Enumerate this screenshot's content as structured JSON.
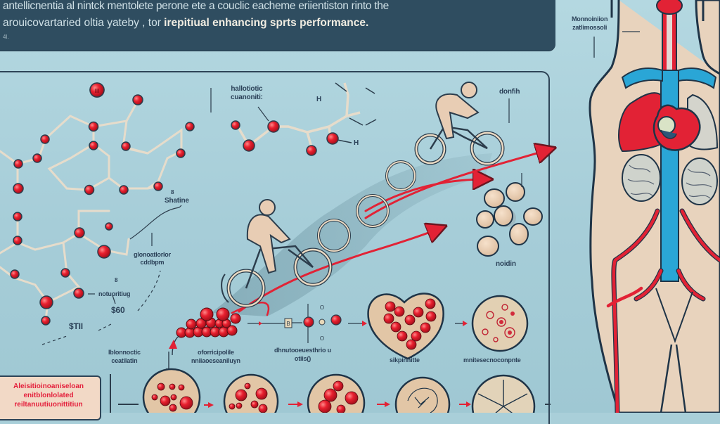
{
  "header": {
    "line1": "antellicnentia al nintck mentolete perone ete a couclic eacheme eriientiston rinto the",
    "line2_prefix": "arouicovartaried oltia yateby , tor ",
    "line2_bold": "irepitiual enhancing sprts performance.",
    "line3": "4l."
  },
  "labels": {
    "molecule_top_badge": "III",
    "molecule_right_number": "8",
    "molecule_right_name": "Shatine",
    "chain_title_line1": "hallotiotic",
    "chain_title_line2": "cuanoniti:",
    "chain_h_top": "H",
    "chain_h_right": "H",
    "cyclist_label": "donfih",
    "cluster_label": "noidin",
    "bond_label_line1": "glonoatlorlor",
    "bond_label_line2": "cddbpm",
    "mid_number": "8",
    "mid_label": "notuoritiug",
    "value_a": "$60",
    "value_b": "$TII",
    "rbc_label_line1": "Iblonnoctic",
    "rbc_label_line2": "ceatilatin",
    "rbc_cluster_label_line1": "oforricipolile",
    "rbc_cluster_label_line2": "nniiaoeseaniluyn",
    "molecule_small_label_line1": "dhnutooeuesthrio u",
    "molecule_small_label_line2": "otiis()",
    "molecule_small_b": "B",
    "molecule_small_o1": "O",
    "molecule_small_o2": "O",
    "heart_label": "sikpinnitte",
    "cell_label": "mnitesecnoconpnte",
    "organ_label_line1": "Monnoiniion",
    "organ_label_line2": "zatlimossoli"
  },
  "redbox": {
    "line1": "Aleisitioinoaniseloan",
    "line2": "enitblonlolated",
    "line3": "reiltanuutiuonittitiun"
  },
  "colors": {
    "background": "#a9cfd9",
    "header": "#2f4d60",
    "accent_red": "#e22235",
    "vein_blue": "#2aa6d6",
    "skin": "#e8cdb4",
    "outline": "#1f3447"
  }
}
